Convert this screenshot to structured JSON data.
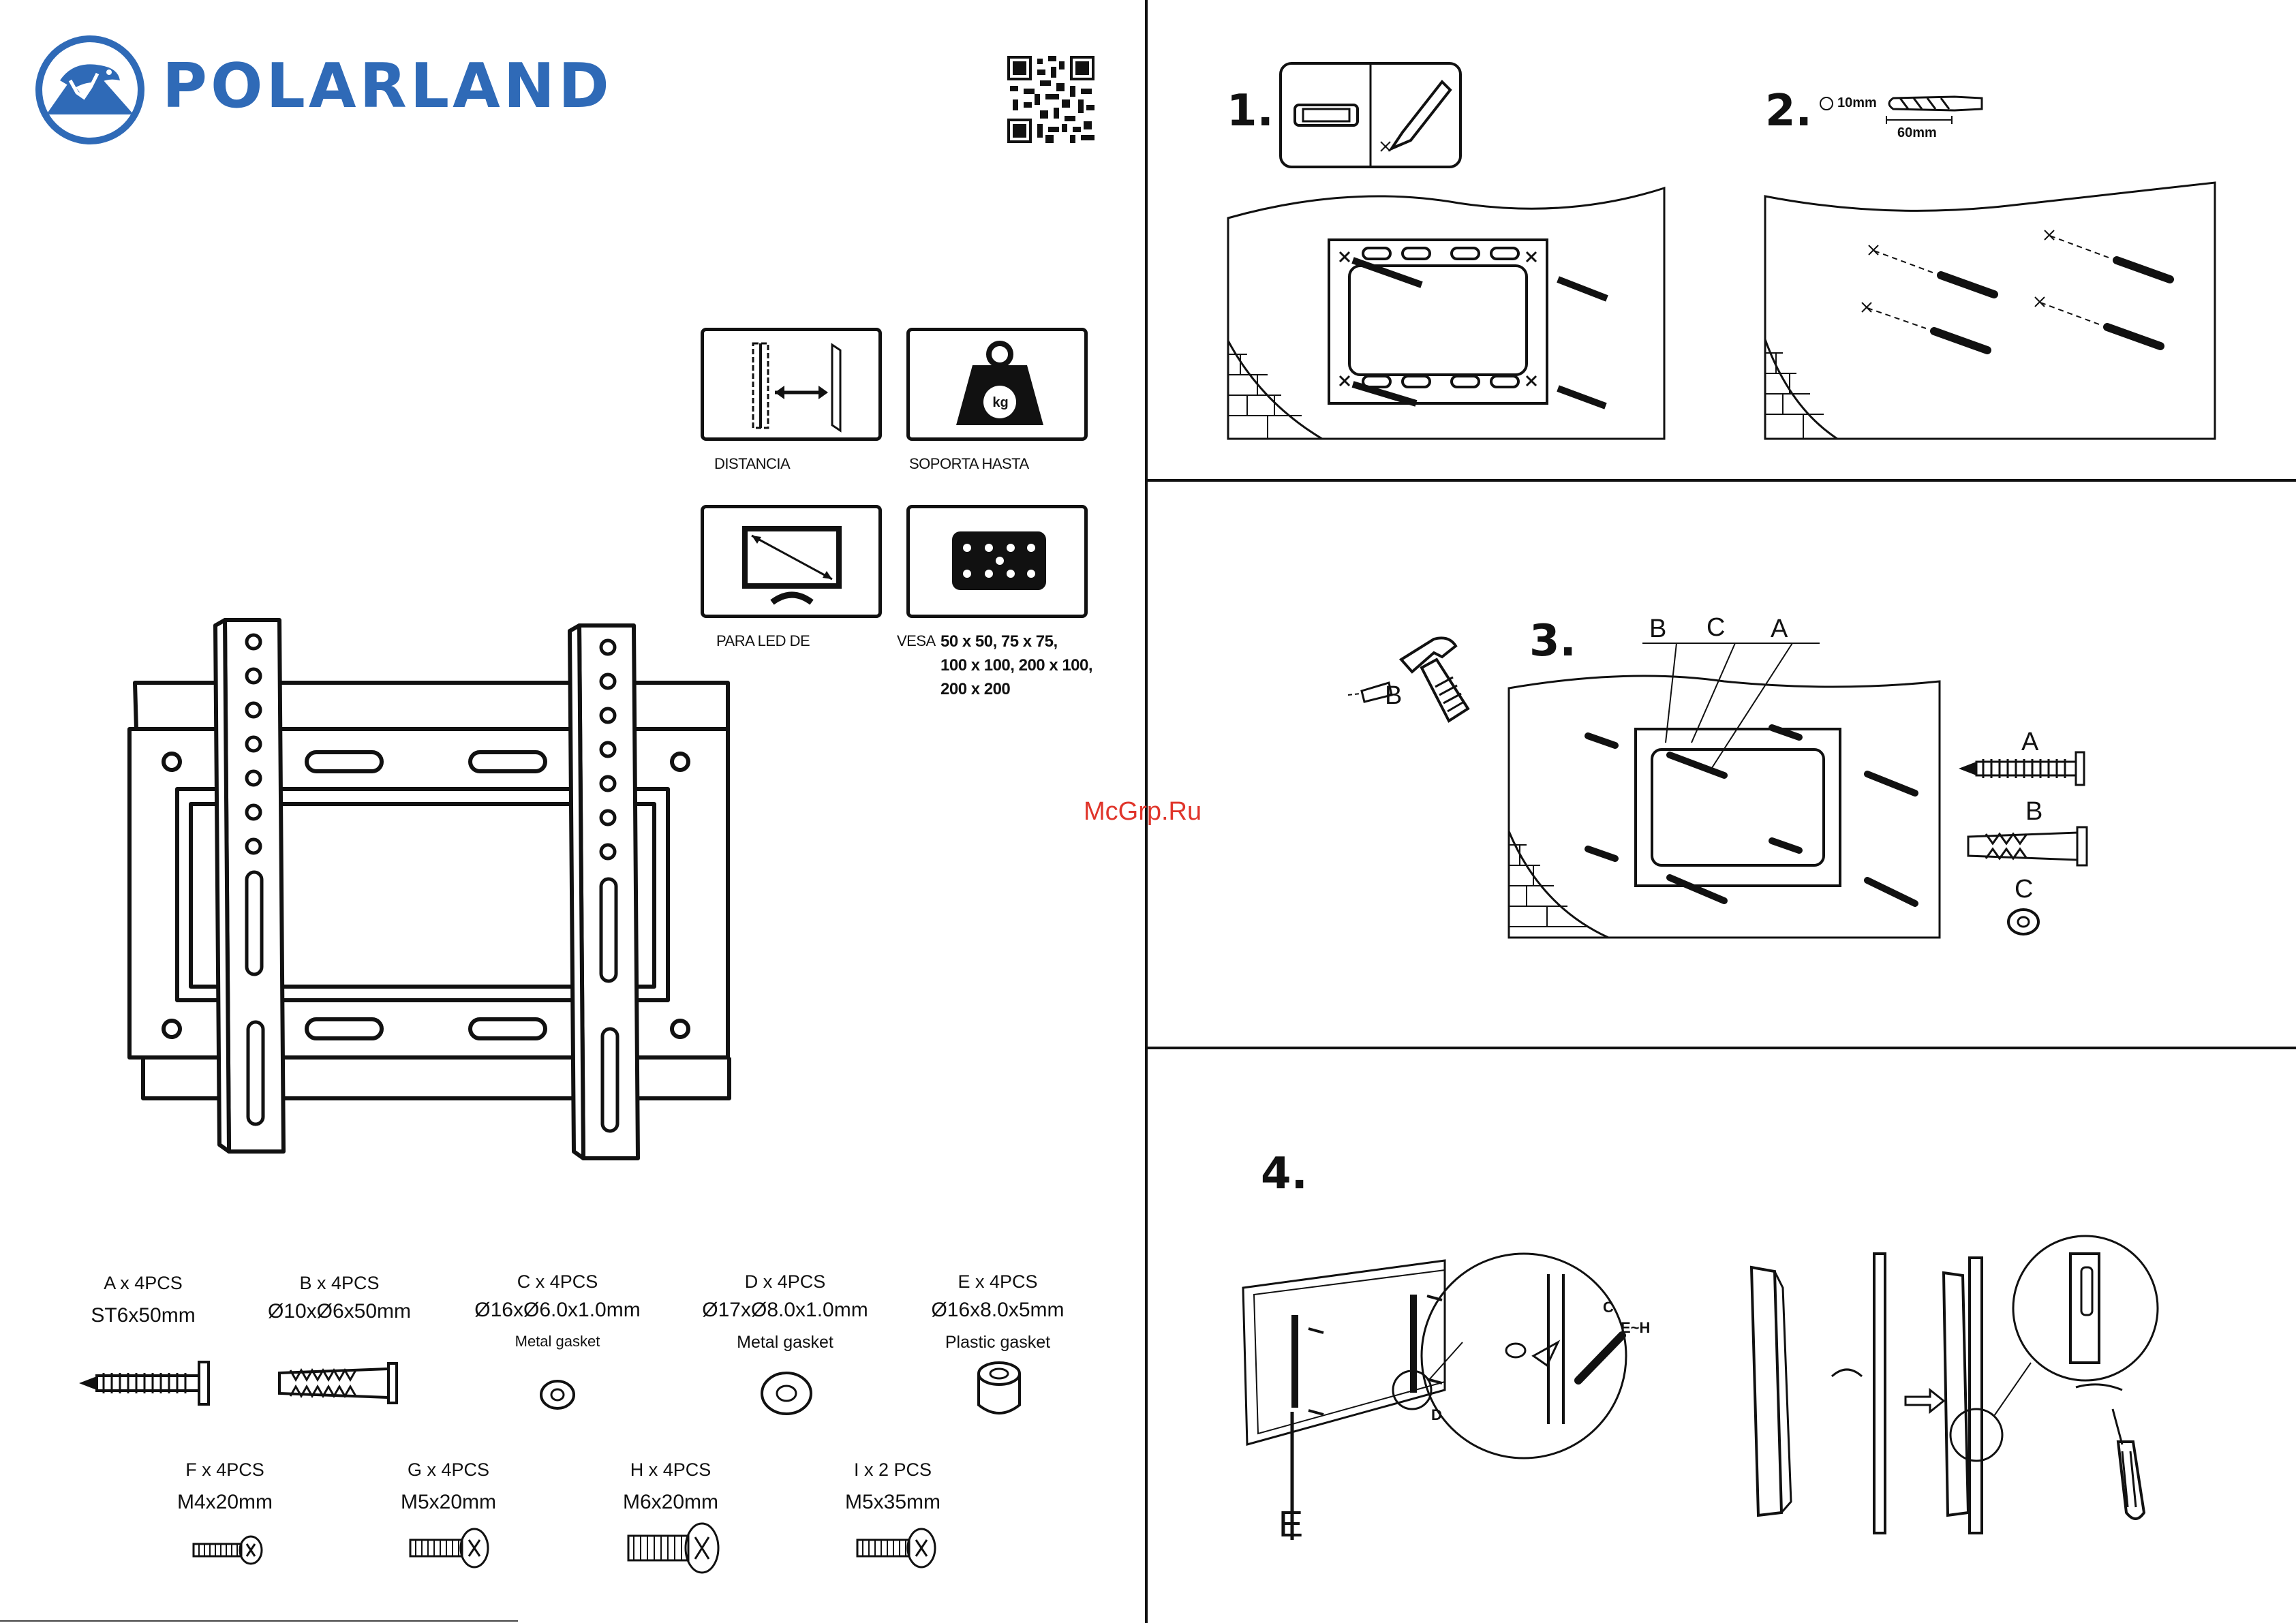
{
  "brand": {
    "name": "POLARLAND"
  },
  "features": [
    {
      "label": "DISTANCIA",
      "icon": "wall-distance-icon"
    },
    {
      "label": "SOPORTA HASTA",
      "icon": "weight-icon",
      "weight_badge": "kg"
    },
    {
      "label": "PARA LED DE",
      "icon": "tv-diagonal-icon"
    },
    {
      "label": "VESA",
      "icon": "vesa-pattern-icon",
      "values": [
        "50 x 50, 75 x 75,",
        "100 x 100, 200 x 100,",
        "200 x 200"
      ]
    }
  ],
  "parts": [
    {
      "name": "A x 4PCS",
      "size": "ST6x50mm",
      "desc": ""
    },
    {
      "name": "B x 4PCS",
      "size": "Ø10xØ6x50mm",
      "desc": ""
    },
    {
      "name": "C x 4PCS",
      "size": "Ø16xØ6.0x1.0mm",
      "desc": "Metal gasket"
    },
    {
      "name": "D x 4PCS",
      "size": "Ø17xØ8.0x1.0mm",
      "desc": "Metal gasket"
    },
    {
      "name": "E x 4PCS",
      "size": "Ø16x8.0x5mm",
      "desc": "Plastic gasket"
    },
    {
      "name": "F x 4PCS",
      "size": "M4x20mm",
      "desc": ""
    },
    {
      "name": "G x 4PCS",
      "size": "M5x20mm",
      "desc": ""
    },
    {
      "name": "H x 4PCS",
      "size": "M6x20mm",
      "desc": ""
    },
    {
      "name": "I x 2 PCS",
      "size": "M5x35mm",
      "desc": ""
    }
  ],
  "steps": [
    {
      "number": "1."
    },
    {
      "number": "2.",
      "drill_diameter": "10mm",
      "drill_depth": "60mm"
    },
    {
      "number": "3.",
      "callouts": [
        "B",
        "C",
        "A",
        "B",
        "A",
        "B",
        "C"
      ]
    },
    {
      "number": "4.",
      "callouts": [
        "C",
        "E~H",
        "D",
        "E"
      ]
    }
  ],
  "watermark": "McGrp.Ru",
  "colors": {
    "brand_blue": "#2f6ab7",
    "watermark_red": "#e0352b",
    "line": "#111111"
  }
}
